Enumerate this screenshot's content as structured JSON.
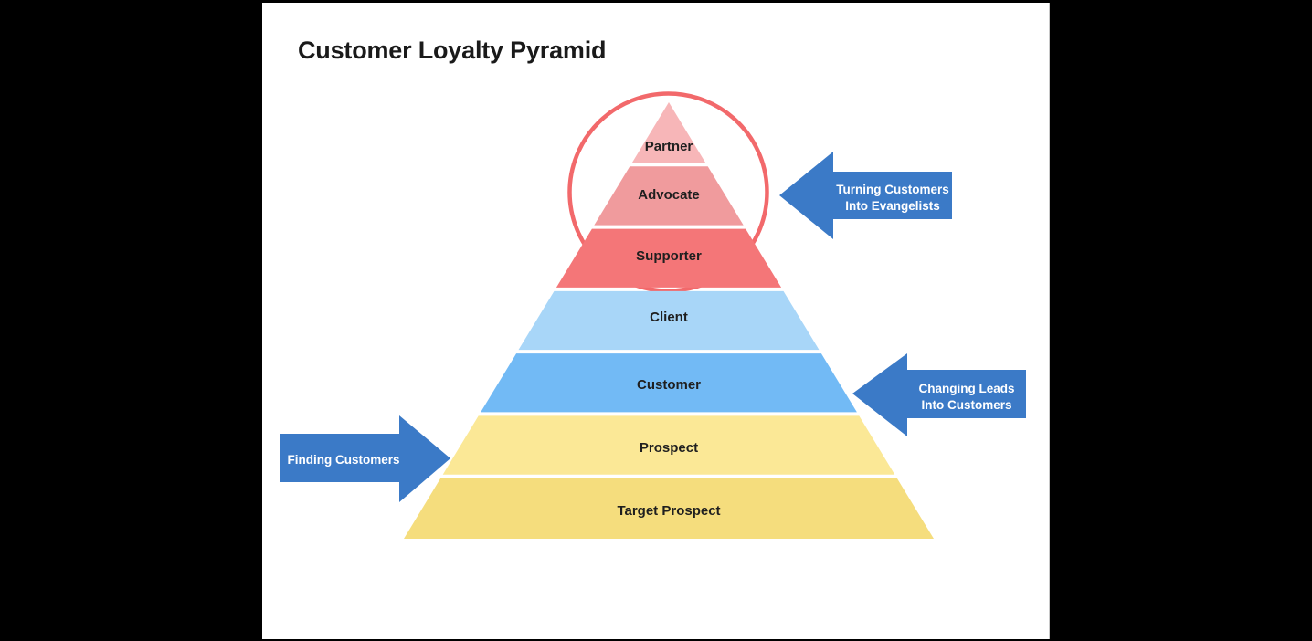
{
  "title": "Customer Loyalty Pyramid",
  "pyramid": {
    "circle_color": "#f2696b",
    "label_color": "#1f1f1f",
    "levels": [
      {
        "label": "Partner",
        "color": "#f7b6b8"
      },
      {
        "label": "Advocate",
        "color": "#f09b9d"
      },
      {
        "label": "Supporter",
        "color": "#f47678"
      },
      {
        "label": "Client",
        "color": "#a8d6f8"
      },
      {
        "label": "Customer",
        "color": "#72baf5"
      },
      {
        "label": "Prospect",
        "color": "#fbe896"
      },
      {
        "label": "Target Prospect",
        "color": "#f5dd7d"
      }
    ]
  },
  "annotations": {
    "arrow_color": "#3b7ac7",
    "text_color": "#ffffff",
    "items": [
      {
        "line1": "Turning Customers",
        "line2": "Into Evangelists",
        "direction": "left"
      },
      {
        "line1": "Changing Leads",
        "line2": "Into Customers",
        "direction": "left"
      },
      {
        "line1": "Finding Customers",
        "line2": "",
        "direction": "right"
      }
    ]
  }
}
